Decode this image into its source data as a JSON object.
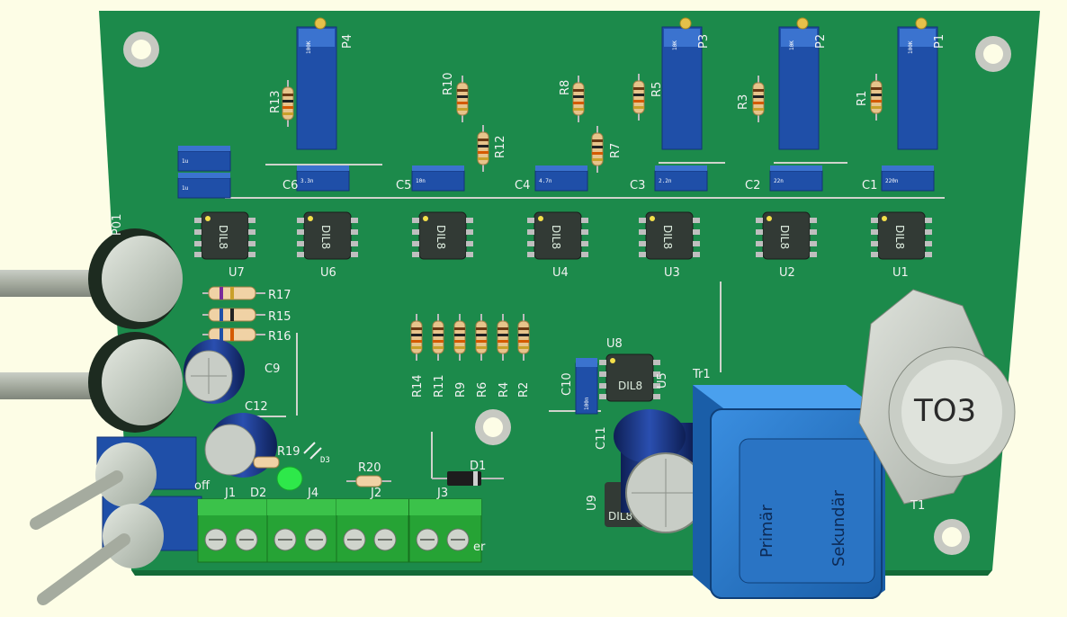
{
  "board": {
    "board_color": "#1c8a4b",
    "trace_color": "#d8d8d8",
    "pad_color": "#c9c9c9",
    "background": "#fdfde6"
  },
  "labels": {
    "P4": "P4",
    "P3": "P3",
    "P2": "P2",
    "P1": "P1",
    "R13": "R13",
    "R10": "R10",
    "R12": "R12",
    "R8": "R8",
    "R7": "R7",
    "R5": "R5",
    "R3": "R3",
    "R1": "R1",
    "C6": "C6",
    "C5": "C5",
    "C4": "C4",
    "C3": "C3",
    "C2": "C2",
    "C1": "C1",
    "U7": "U7",
    "U6": "U6",
    "U5": "U5",
    "U4": "U4",
    "U3": "U3",
    "U2": "U2",
    "U1": "U1",
    "U8": "U8",
    "U9": "U9",
    "P01": "P01",
    "R17": "R17",
    "R15": "R15",
    "R16": "R16",
    "C9": "C9",
    "C12": "C12",
    "C10": "C10",
    "C11": "C11",
    "R19": "R19",
    "D3": "D3",
    "R20": "R20",
    "D1": "D1",
    "J1": "J1",
    "D2": "D2",
    "J4": "J4",
    "J2": "J2",
    "J3": "J3",
    "R14": "R14",
    "R11": "R11",
    "R9": "R9",
    "R6": "R6",
    "R4": "R4",
    "R2": "R2",
    "Tr1": "Tr1",
    "T1": "T1",
    "off": "off",
    "er": "er",
    "TO3": "TO3",
    "primar": "Primär",
    "sekundar": "Sekundär",
    "dil8": "DIL8"
  },
  "cap_values": {
    "c6": "3.3n",
    "c5": "10n",
    "c4": "4.7n",
    "c3": "2.2n",
    "c2": "22n",
    "c1": "220n",
    "c_left1": "1u",
    "c_left2": "1u",
    "c10": "100n"
  },
  "trimmer_values": {
    "p4": "100K",
    "p3": "10K",
    "p2": "10K",
    "p1": "100K"
  }
}
